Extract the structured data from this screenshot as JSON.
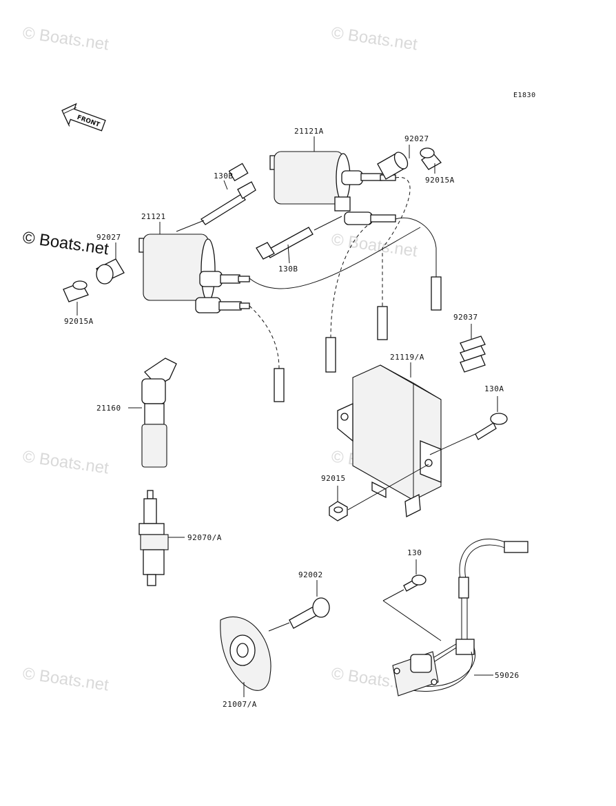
{
  "diagram_code": "E1830",
  "front_arrow_label": "FRONT",
  "watermarks": {
    "faint": "© Boats.net",
    "strong": "© Boats.net"
  },
  "parts": {
    "coil_a": "21121A",
    "coil": "21121",
    "bolt_130b_top": "130B",
    "bolt_130b_mid": "130B",
    "grommet_92027_right": "92027",
    "collar_92015a_right": "92015A",
    "grommet_92027_left": "92027",
    "collar_92015a_left": "92015A",
    "clamp_92037": "92037",
    "igniter_21119": "21119/A",
    "bolt_130a": "130A",
    "nut_92015": "92015",
    "plug_cap_21160": "21160",
    "spark_plug_92070": "92070/A",
    "bolt_130": "130",
    "bolt_92002": "92002",
    "rotor_21007": "21007/A",
    "pickup_59026": "59026"
  }
}
